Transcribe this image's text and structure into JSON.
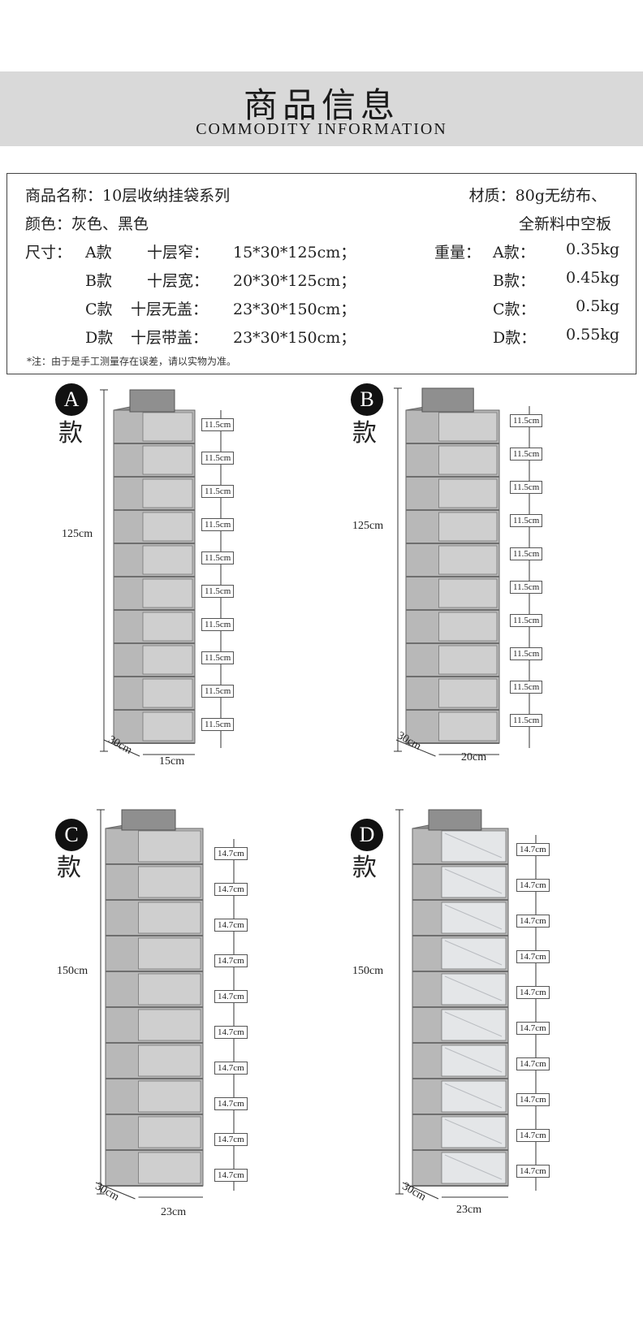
{
  "header": {
    "title": "商品信息",
    "subtitle": "COMMODITY INFORMATION"
  },
  "info": {
    "name": "商品名称：10层收纳挂袋系列",
    "color": "颜色：灰色、黑色",
    "size_label": "尺寸：",
    "sizes": [
      {
        "model": "A款",
        "desc": "十层窄：",
        "dims": "15*30*125cm；"
      },
      {
        "model": "B款",
        "desc": "十层宽：",
        "dims": "20*30*125cm；"
      },
      {
        "model": "C款",
        "desc": "十层无盖：",
        "dims": "23*30*150cm；"
      },
      {
        "model": "D款",
        "desc": "十层带盖：",
        "dims": "23*30*150cm；"
      }
    ],
    "material_line1": "材质：80g无纺布、",
    "material_line2": "全新料中空板",
    "weight_label": "重量：",
    "weights": [
      {
        "model": "A款：",
        "value": "0.35kg"
      },
      {
        "model": "B款：",
        "value": "0.45kg"
      },
      {
        "model": "C款：",
        "value": "0.5kg"
      },
      {
        "model": "D款：",
        "value": "0.55kg"
      }
    ],
    "note": "*注：由于是手工测量存在误差，请以实物为准。"
  },
  "variants": [
    {
      "letter": "A",
      "kuan": "款",
      "height": "125cm",
      "depth": "30cm",
      "width": "15cm",
      "shelf": "11.5cm",
      "shelves": 10,
      "lidded": false
    },
    {
      "letter": "B",
      "kuan": "款",
      "height": "125cm",
      "depth": "30cm",
      "width": "20cm",
      "shelf": "11.5cm",
      "shelves": 10,
      "lidded": false
    },
    {
      "letter": "C",
      "kuan": "款",
      "height": "150cm",
      "depth": "30cm",
      "width": "23cm",
      "shelf": "14.7cm",
      "shelves": 10,
      "lidded": false
    },
    {
      "letter": "D",
      "kuan": "款",
      "height": "150cm",
      "depth": "30cm",
      "width": "23cm",
      "shelf": "14.7cm",
      "shelves": 10,
      "lidded": true
    }
  ],
  "colors": {
    "banner": "#d9d9d9",
    "fabric": "#b8b8b8",
    "fabric_dark": "#8f8f8f",
    "window": "#e4e6e8"
  }
}
